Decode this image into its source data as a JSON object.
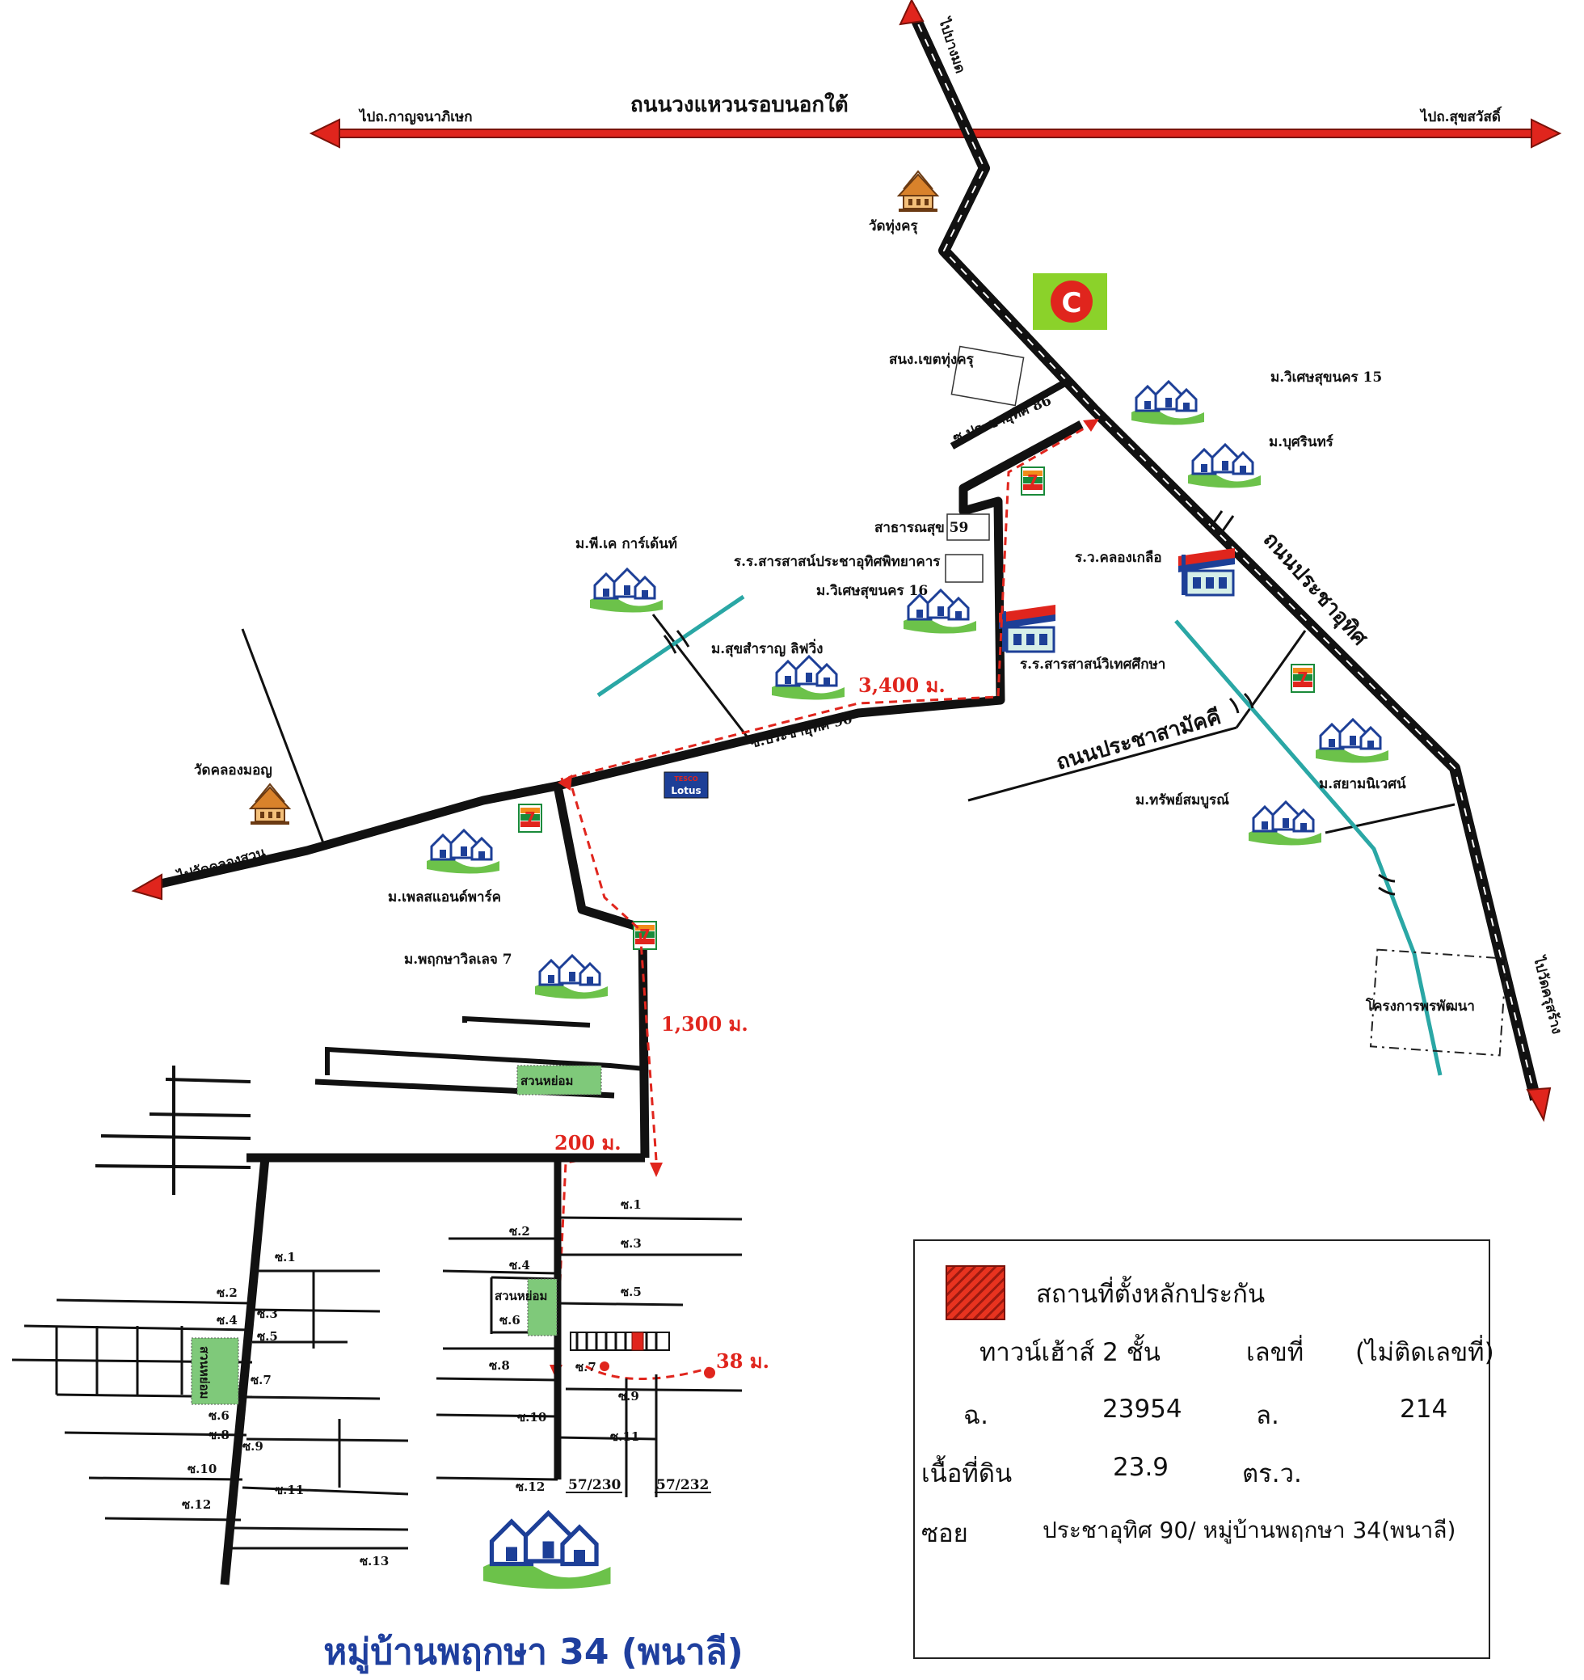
{
  "map": {
    "ring_road_name": "ถนนวงแหวนรอบนอกใต้",
    "to_kanchana": "ไปถ.กาญจนาภิเษก",
    "to_sukhsawat": "ไปถ.สุขสวัสดิ์",
    "to_bangmod": "ไปบางมด",
    "wat_thung_khru": "วัดทุ่งครุ",
    "district_office": "สนง.เขตทุ่งครุ",
    "soi_86": "ซ.ประชาอุทิศ 86",
    "wiset_15": "ม.วิเศษสุขนคร 15",
    "burin": "ม.บุศรินทร์",
    "public_health": "สาธารณสุข 59",
    "school_1": "ร.ร.สารสาสน์ประชาอุทิศพิทยาคาร",
    "wiset_16": "ม.วิเศษสุขนคร 16",
    "khlong_kluea": "ร.ว.คลองเกลือ",
    "prachauthit_road": "ถนนประชาอุทิศ",
    "pk_garden": "ม.พี.เค การ์เด้นท์",
    "suksamran": "ม.สุขสำราญ ลิฟวิ่ง",
    "dist_3400": "3,400 ม.",
    "school_2": "ร.ร.สารสาสน์วิเทศศึกษา",
    "prachasamakkhi": "ถนนประชาสามัคคี",
    "siam_niwet": "ม.สยามนิเวศน์",
    "sap_somboon": "ม.ทรัพย์สมบูรณ์",
    "soi_90": "ซ.ประชาอุทิศ 90",
    "wat_khlong_mon": "วัดคลองมอญ",
    "to_wat_khlong_suan": "ไปวัดคลองสวน",
    "pleasant_park": "ม.เพลสแอนด์พาร์ค",
    "phruksa_7": "ม.พฤกษาวิลเลจ 7",
    "to_wat_khru_sang": "ไปวัดครุสร้าง",
    "project_dev": "โครงการพรพัฒนา",
    "dist_1300": "1,300 ม.",
    "park": "สวนหย่อม",
    "dist_200": "200 ม.",
    "dist_38": "38 ม.",
    "house_a": "57/230",
    "house_b": "57/232",
    "tesco": "TESCO",
    "lotus": "Lotus",
    "soi_labels": [
      "ซ.1",
      "ซ.2",
      "ซ.3",
      "ซ.4",
      "ซ.5",
      "ซ.6",
      "ซ.7",
      "ซ.8",
      "ซ.9",
      "ซ.10",
      "ซ.11",
      "ซ.12",
      "ซ.13"
    ]
  },
  "legend": {
    "title": "สถานที่ตั้งหลักประกัน",
    "type": "ทาวน์เฮ้าส์ 2 ชั้น",
    "no_label": "เลขที่",
    "no_value": "(ไม่ติดเลขที่)",
    "deed_label": "ฉ.",
    "deed_value": "23954",
    "plot_label": "ล.",
    "plot_value": "214",
    "area_label": "เนื้อที่ดิน",
    "area_value": "23.9",
    "area_unit": "ตร.ว.",
    "soi_label": "ซอย",
    "soi_value": "ประชาอุทิศ 90/ หมู่บ้านพฤกษา 34(พนาลี)"
  },
  "footer_title": "หมู่บ้านพฤกษา 34 (พนาลี)",
  "colors": {
    "arrow_red": "#e0251d",
    "route_red": "#e0251d",
    "canal": "#2aa7a5",
    "road": "#111111",
    "green_park": "#7fc97a",
    "title_blue": "#1f3f9e",
    "seven_eleven_green": "#1a8a3a"
  }
}
